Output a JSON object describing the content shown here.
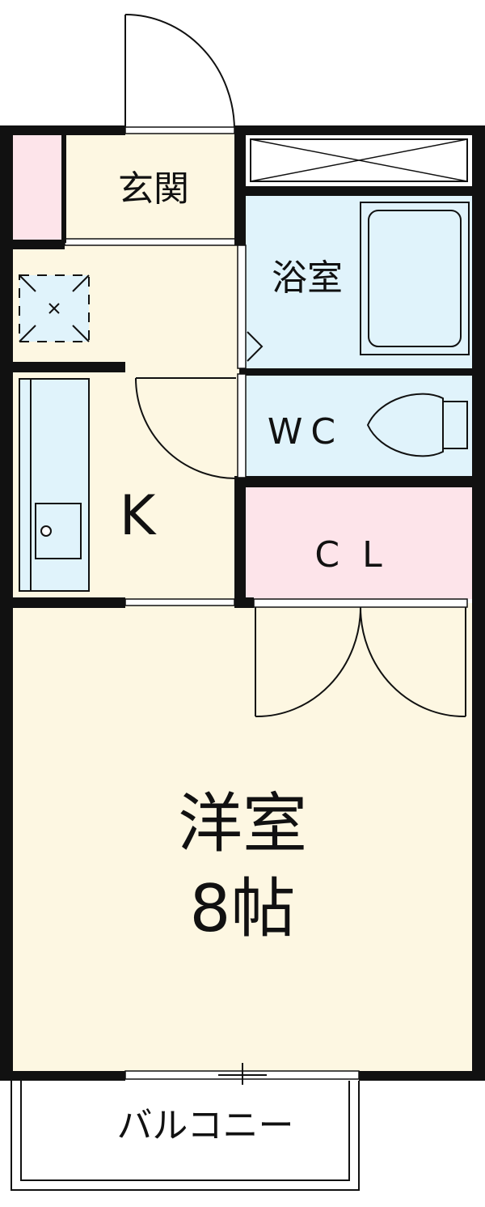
{
  "rooms": {
    "entrance": {
      "label": "玄関"
    },
    "bath": {
      "label": "浴室"
    },
    "toilet": {
      "label": "WC"
    },
    "kitchen": {
      "label": "K"
    },
    "closet": {
      "label": "CL"
    },
    "western_room": {
      "label": "洋室",
      "size": "8帖"
    },
    "balcony": {
      "label": "バルコニー"
    }
  },
  "colors": {
    "wall": "#111111",
    "floor": "#fdf7e2",
    "wet_area": "#e0f3fb",
    "closet": "#fde4ea",
    "balcony": "#ffffff"
  }
}
